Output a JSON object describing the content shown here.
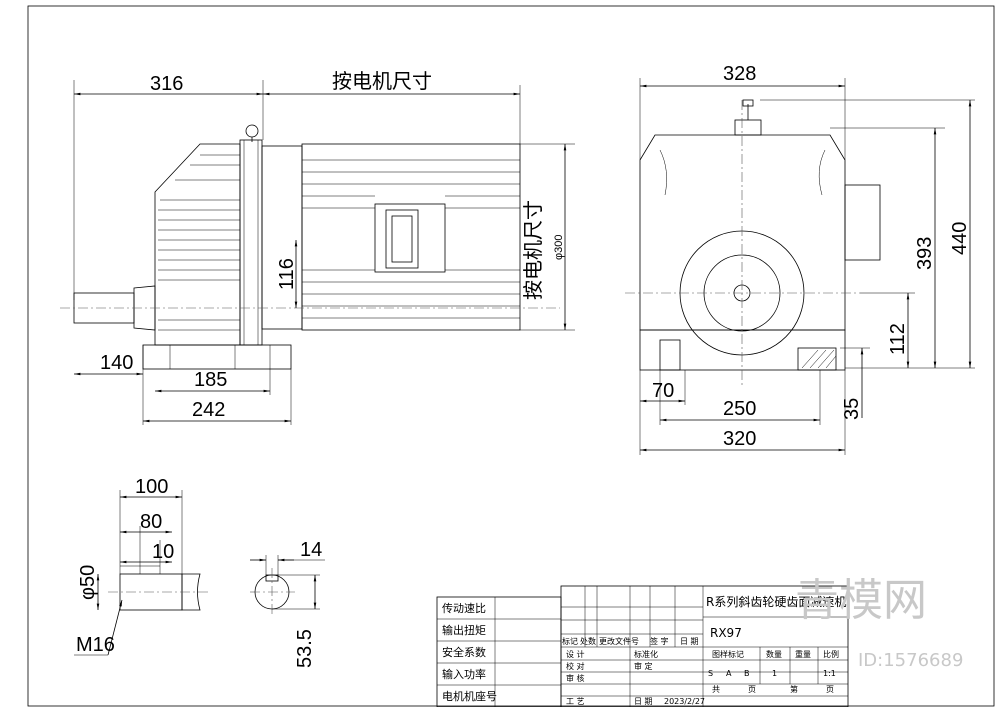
{
  "dimensions": {
    "overall_length": "316",
    "motor_size_top": "按电机尺寸",
    "motor_size_side": "按电机尺寸",
    "motor_dia": "φ300",
    "shaft_height": "116",
    "shaft_ext": "140",
    "foot_span_inner": "185",
    "foot_span_outer": "242",
    "width_top": "328",
    "height_393": "393",
    "height_440": "440",
    "center_height": "112",
    "foot_70": "70",
    "foot_250": "250",
    "foot_320": "320",
    "foot_thk": "35",
    "shaft_len_100": "100",
    "shaft_len_80": "80",
    "shaft_len_10": "10",
    "shaft_dia": "φ50",
    "thread": "M16",
    "key_width": "14",
    "key_depth": "53.5"
  },
  "left_table": {
    "rows": [
      "传动速比",
      "输出扭矩",
      "安全系数",
      "输入功率",
      "电机机座号"
    ]
  },
  "title_block": {
    "title": "R系列斜齿轮硬齿面减速机",
    "model": "RX97",
    "header_mark": "标记",
    "header_count": "处数",
    "header_doc": "更改文件号",
    "header_sign": "签 字",
    "header_date": "日 期",
    "design": "设 计",
    "standard": "标准化",
    "check": "校 对",
    "approve": "审 定",
    "review": "审 核",
    "process": "工 艺",
    "date_label": "日 期",
    "date_value": "2023/2/27",
    "pattern_mark": "图样标记",
    "quantity": "数量",
    "weight": "重量",
    "scale": "比例",
    "mark_s": "S",
    "mark_a": "A",
    "mark_b": "B",
    "qty_value": "1",
    "scale_value": "1:1",
    "total": "共",
    "sheet_of": "页",
    "sheet_no": "第",
    "sheet": "页"
  },
  "watermark": {
    "brand": "青模网",
    "id_label": "ID:1576689"
  }
}
